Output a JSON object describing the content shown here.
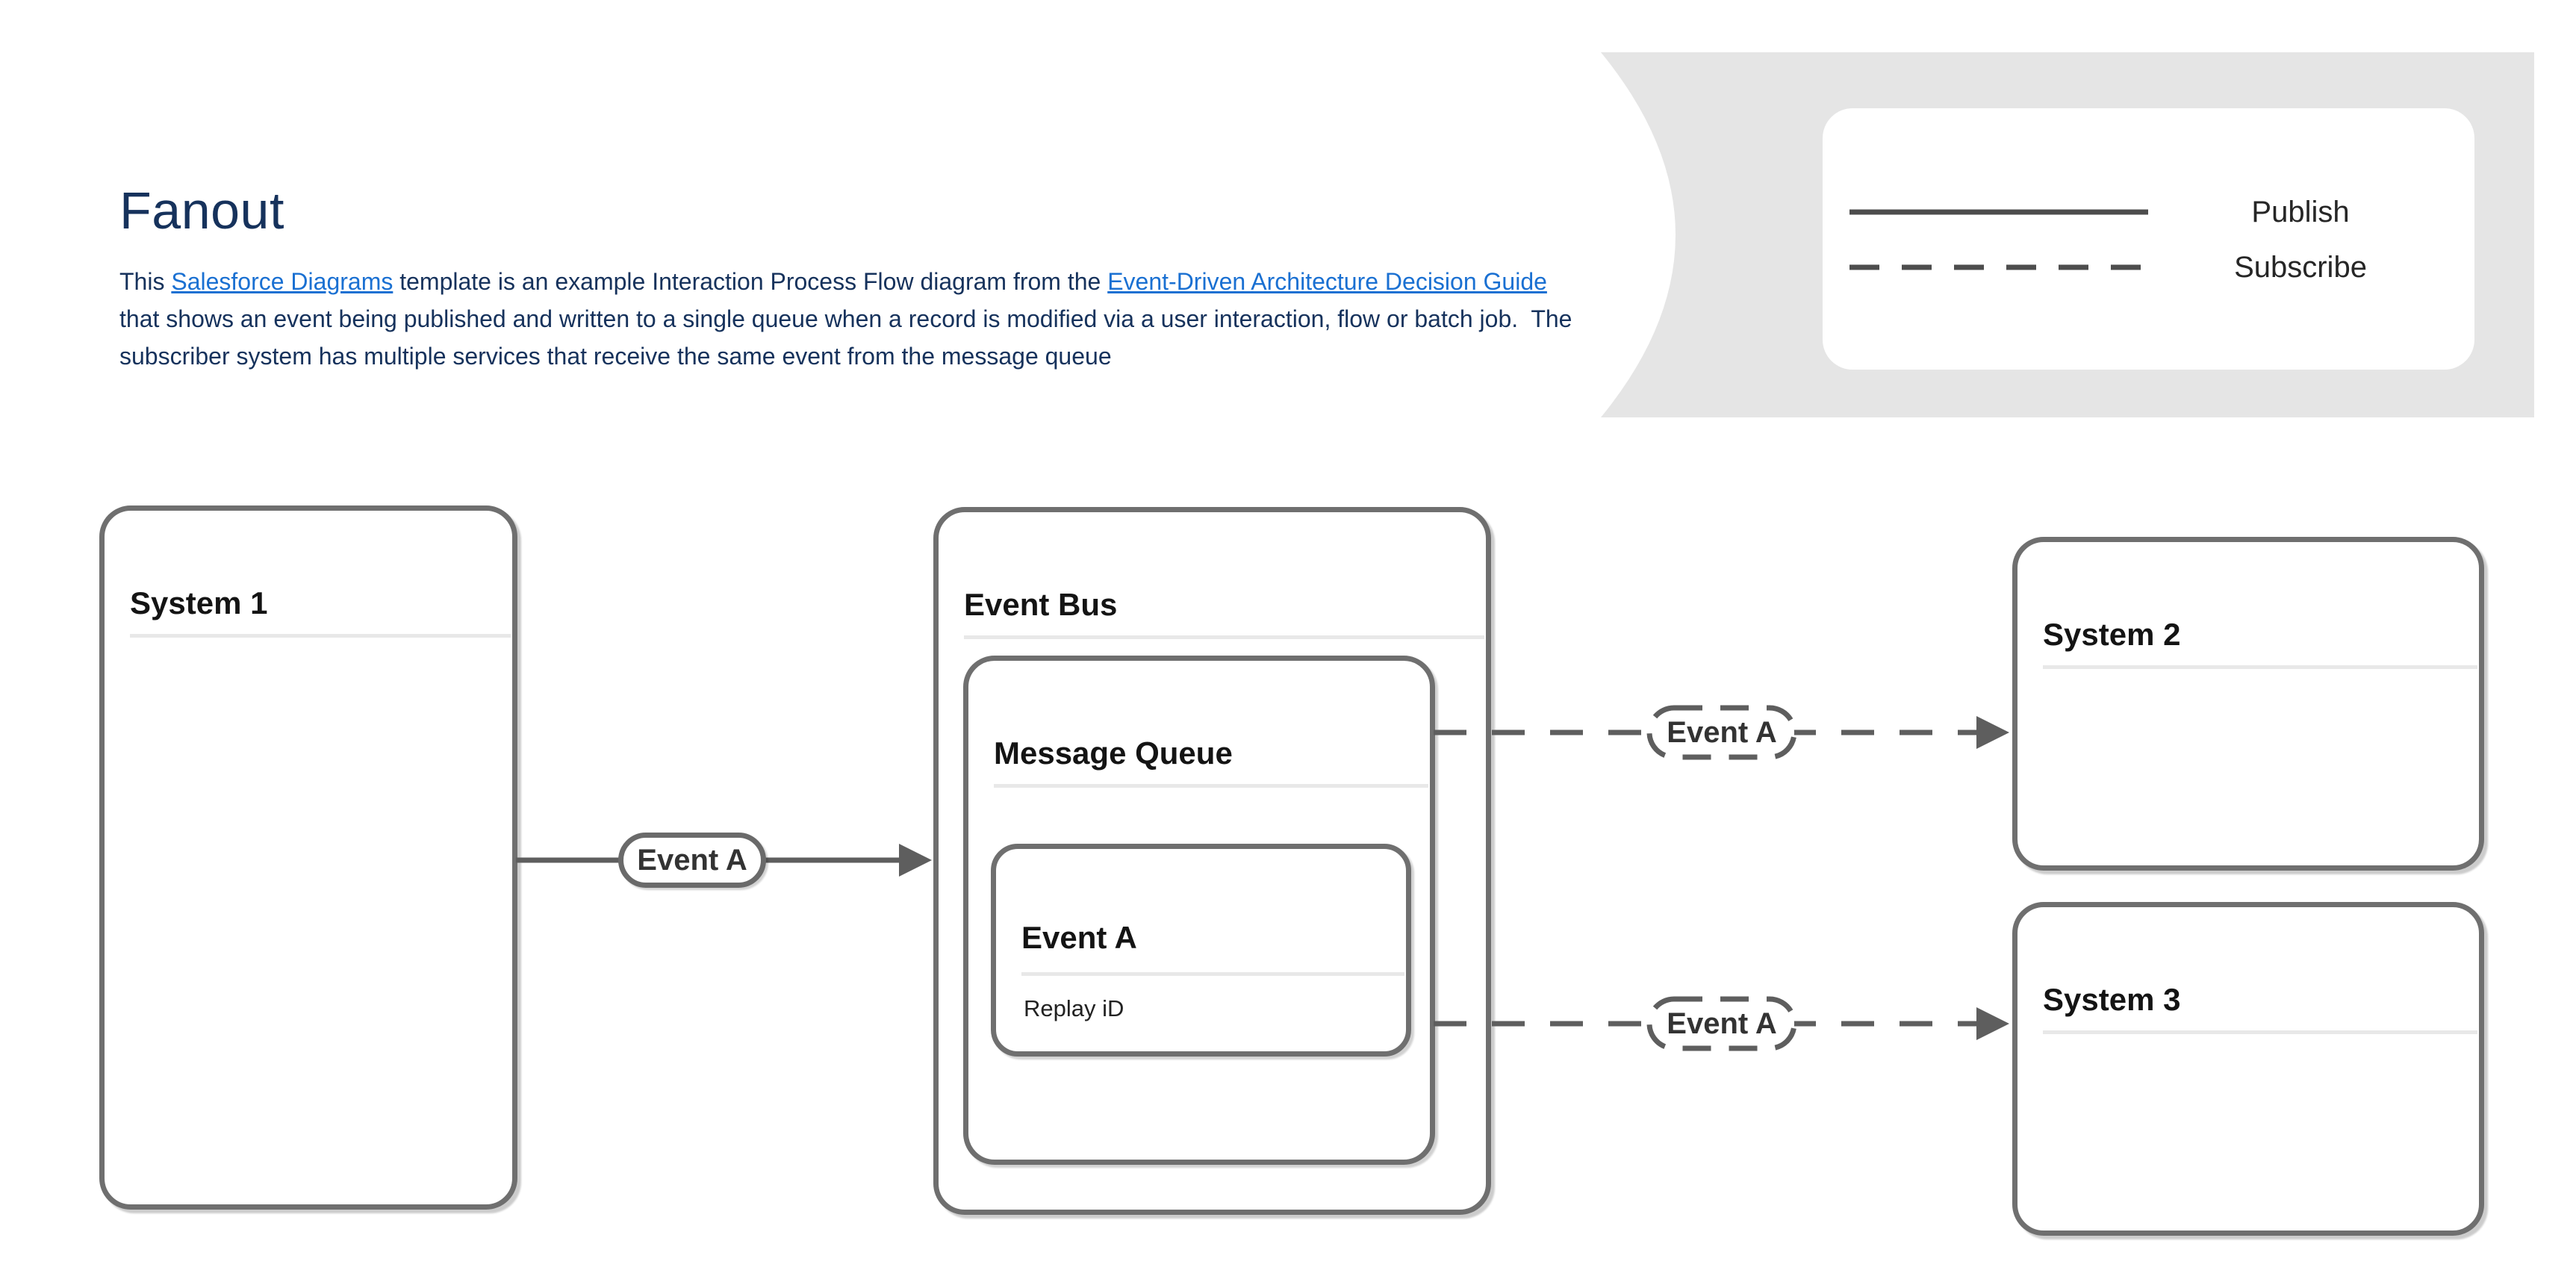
{
  "header": {
    "title": "Fanout",
    "paragraph": {
      "t1": "This ",
      "link1": "Salesforce Diagrams",
      "t2": " template is an example Interaction Process Flow diagram from the ",
      "link2": "Event-Driven Architecture Decision Guide",
      "t3": " that shows an event being published and written to a single queue when a record is modified via a user interaction, flow or batch job.  The subscriber system has multiple services that receive the same event from the message queue"
    }
  },
  "legend": {
    "publish_label": "Publish",
    "subscribe_label": "Subscribe"
  },
  "nodes": {
    "system1": {
      "title": "System 1"
    },
    "event_bus": {
      "title": "Event Bus"
    },
    "message_queue": {
      "title": "Message Queue"
    },
    "event_a": {
      "title": "Event A",
      "field": "Replay iD"
    },
    "system2": {
      "title": "System 2"
    },
    "system3": {
      "title": "System 3"
    }
  },
  "edges": {
    "publish_pill": "Event A",
    "subscribe_pill_1": "Event A",
    "subscribe_pill_2": "Event A"
  },
  "colors": {
    "heading_text": "#16325c",
    "link": "#1a70d2",
    "node_border": "#6f6f6f",
    "connector": "#5e5e5e",
    "divider": "#e8e8e8",
    "legend_background": "#e5e5e5",
    "legend_line": "#4d4d4d"
  }
}
